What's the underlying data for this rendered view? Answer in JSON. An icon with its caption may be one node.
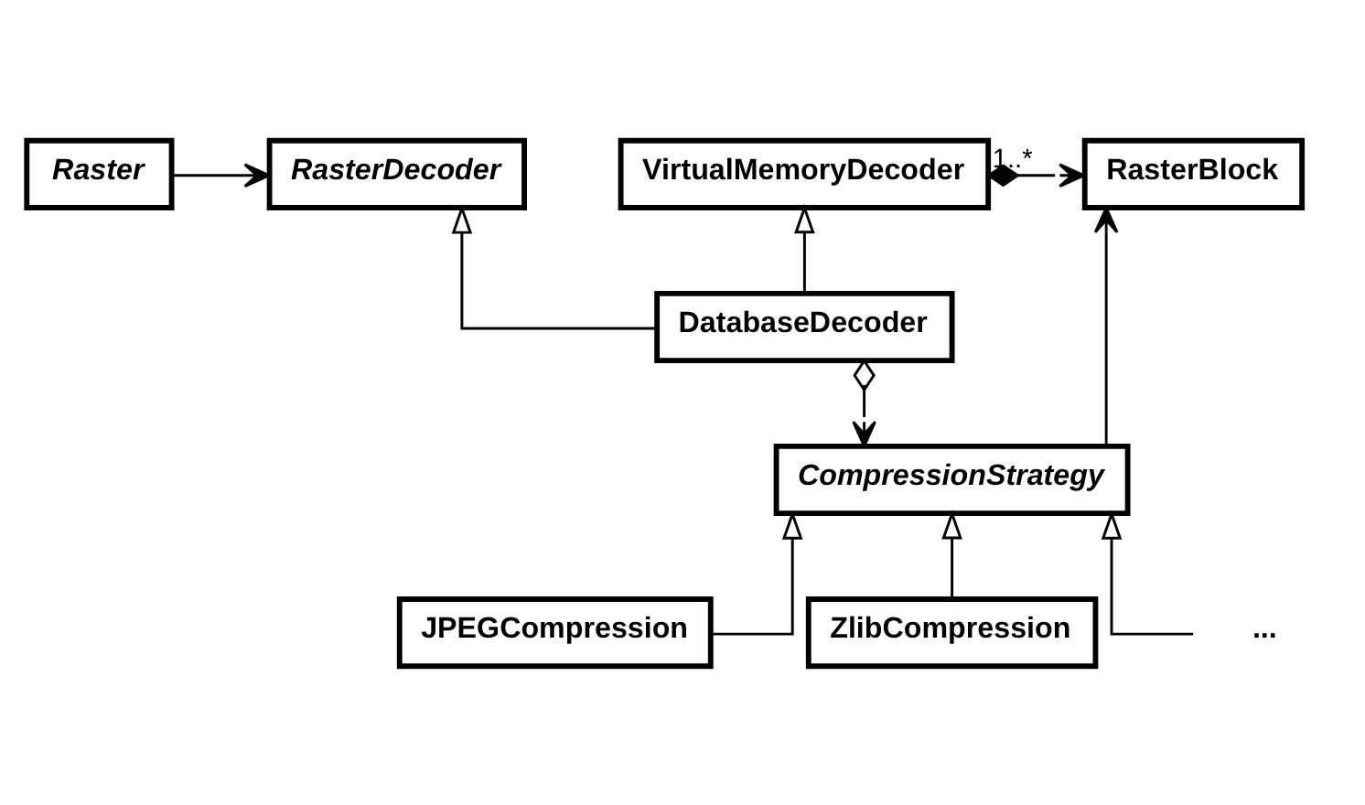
{
  "diagram": {
    "nodes": [
      {
        "text": [
          "Raster"
        ]
      },
      {
        "text": [
          "RasterDecoder"
        ]
      },
      {
        "text": [
          "VirtualMemoryDecoder"
        ]
      },
      {
        "text": [
          "RasterBlock"
        ]
      },
      {
        "text": [
          "DatabaseDecoder"
        ]
      },
      {
        "text": [
          "CompressionStrategy"
        ]
      },
      {
        "text": [
          "JPEGCompression"
        ]
      },
      {
        "text": [
          "ZlibCompression"
        ]
      },
      {
        "text": [
          "..."
        ]
      }
    ],
    "edges": [
      {
        "from": 0,
        "to": 1,
        "arrow": "to"
      },
      {
        "from": 4,
        "to": 1,
        "arrow": "to"
      },
      {
        "from": 4,
        "to": 2,
        "arrow": "to"
      },
      {
        "from": 2,
        "to": 3,
        "arrow": "to",
        "label": "1..*"
      },
      {
        "from": 4,
        "to": 5,
        "arrow": "to"
      },
      {
        "from": 5,
        "to": 3,
        "arrow": "to"
      },
      {
        "from": 6,
        "to": 5,
        "arrow": "to"
      },
      {
        "from": 7,
        "to": 5,
        "arrow": "to"
      },
      {
        "from": 8,
        "to": 5,
        "arrow": "to"
      }
    ]
  }
}
